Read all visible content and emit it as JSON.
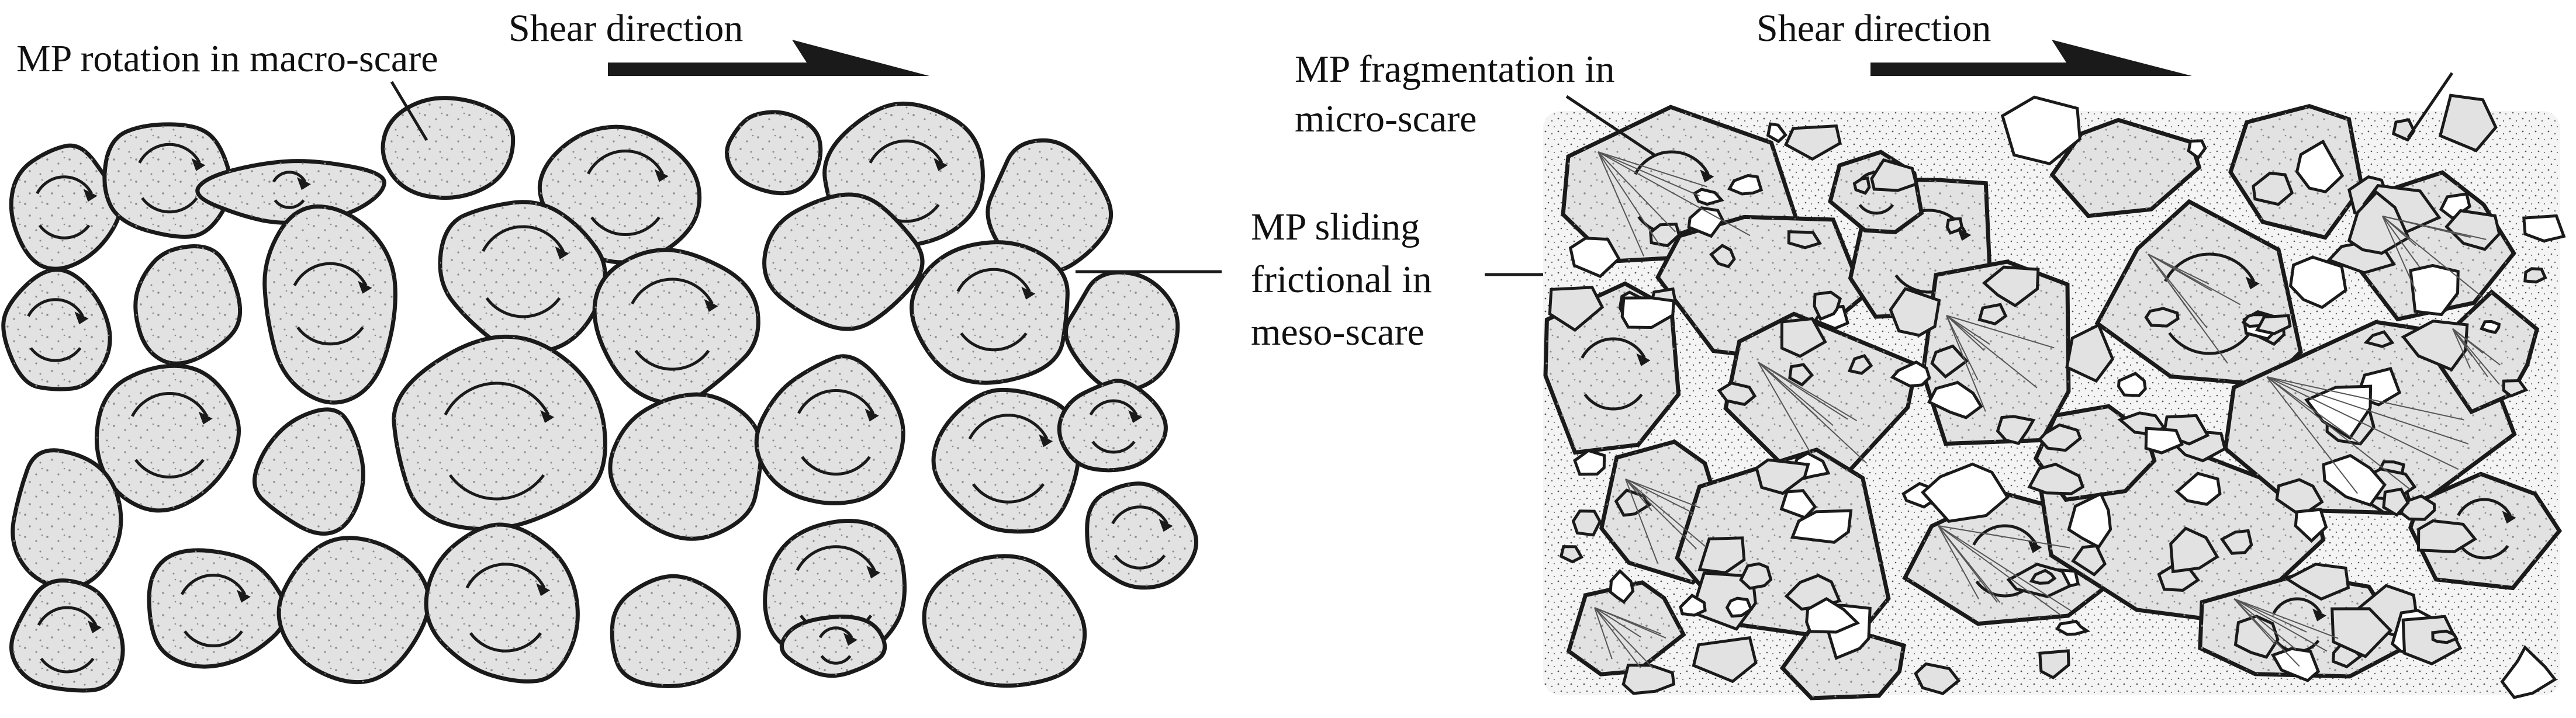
{
  "left_panel": {
    "shear_label": "Shear direction",
    "rotation_label": "MP rotation in macro-scare"
  },
  "right_panel": {
    "shear_label": "Shear direction",
    "fragmentation_label_line1": "MP fragmentation in",
    "fragmentation_label_line2": "micro-scare"
  },
  "center_callout": {
    "line1": "MP sliding",
    "line2": "frictional in",
    "line3": "meso-scare"
  },
  "colors": {
    "particle_fill": "#e2e2e2",
    "outline": "#1a1a1a",
    "speckle": "#8a8a8a",
    "matrix_fill": "#f2f2f2"
  }
}
